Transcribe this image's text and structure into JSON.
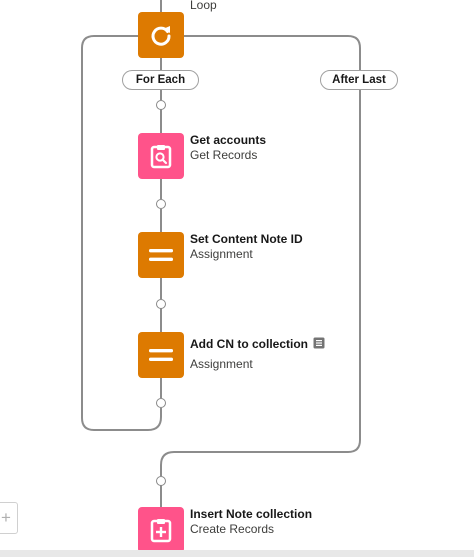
{
  "flow": {
    "loop": {
      "label": "Loop",
      "icon": "loop-icon"
    },
    "branches": {
      "for_each": "For Each",
      "after_last": "After Last"
    },
    "elements": [
      {
        "title": "Get accounts",
        "subtitle": "Get Records",
        "icon": "get-records-icon",
        "color": "#ff538a"
      },
      {
        "title": "Set Content Note ID",
        "subtitle": "Assignment",
        "icon": "assignment-icon",
        "color": "#dd7a01"
      },
      {
        "title": "Add CN to collection",
        "subtitle": "Assignment",
        "icon": "assignment-icon",
        "color": "#dd7a01",
        "has_description": true
      },
      {
        "title": "Insert Note collection",
        "subtitle": "Create Records",
        "icon": "create-records-icon",
        "color": "#ff538a"
      }
    ]
  },
  "canvas_controls": {
    "zoom_in_label": "+"
  },
  "colors": {
    "orange": "#dd7a01",
    "pink": "#ff538a",
    "connector": "#8c8c8c"
  }
}
